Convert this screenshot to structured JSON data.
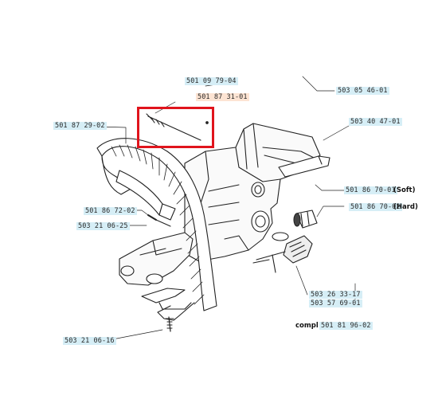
{
  "highlight_color": "#e0141c",
  "callout_color": "#d6eef6",
  "part_numbers": {
    "p1": "501 09 79-04",
    "p2": "501 87 31-01",
    "p3": "501 87 29-02",
    "p4": "503 05 46-01",
    "p5": "503 40 47-01",
    "p6": "501 86 70-01",
    "p7": "501 86 70-02",
    "p8": "501 86 72-02",
    "p9": "503 21 06-25",
    "p10": "503 26 33-17",
    "p11": "503 57 69-01",
    "p12": "501 81 96-02",
    "p13": "503 21 06-16"
  },
  "notes": {
    "soft": "(Soft)",
    "hard": "(Hard)",
    "compl": "compl"
  },
  "icons": [
    "handle-bar-drawing",
    "vibration-damper-drawing",
    "screw-drawing"
  ]
}
